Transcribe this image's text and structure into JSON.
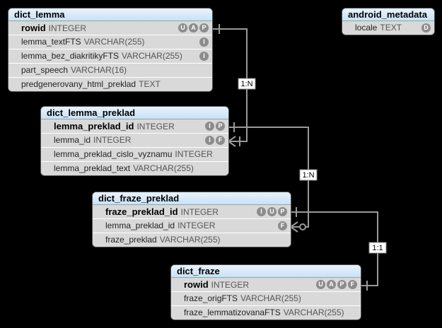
{
  "tables": [
    {
      "name": "dict_lemma",
      "columns": [
        {
          "name": "rowid",
          "type": "INTEGER",
          "pk": true,
          "flags": [
            "U",
            "A",
            "P"
          ]
        },
        {
          "name": "lemma_textFTS",
          "type": "VARCHAR(255)",
          "flags": [
            "I"
          ]
        },
        {
          "name": "lemma_bez_diakritikyFTS",
          "type": "VARCHAR(255)",
          "flags": [
            "I"
          ]
        },
        {
          "name": "part_speech",
          "type": "VARCHAR(16)",
          "flags": []
        },
        {
          "name": "predgenerovany_html_preklad",
          "type": "TEXT",
          "flags": []
        }
      ]
    },
    {
      "name": "android_metadata",
      "columns": [
        {
          "name": "locale",
          "type": "TEXT",
          "flags": [
            "D"
          ]
        }
      ]
    },
    {
      "name": "dict_lemma_preklad",
      "columns": [
        {
          "name": "lemma_preklad_id",
          "type": "INTEGER",
          "pk": true,
          "flags": [
            "I",
            "P"
          ]
        },
        {
          "name": "lemma_id",
          "type": "INTEGER",
          "flags": [
            "I",
            "F"
          ]
        },
        {
          "name": "lemma_preklad_cislo_vyznamu",
          "type": "INTEGER",
          "flags": []
        },
        {
          "name": "lemma_preklad_text",
          "type": "VARCHAR(255)",
          "flags": []
        }
      ]
    },
    {
      "name": "dict_fraze_preklad",
      "columns": [
        {
          "name": "fraze_preklad_id",
          "type": "INTEGER",
          "pk": true,
          "flags": [
            "I",
            "U",
            "P"
          ]
        },
        {
          "name": "lemma_preklad_id",
          "type": "INTEGER",
          "flags": [
            "F"
          ]
        },
        {
          "name": "fraze_preklad",
          "type": "VARCHAR(255)",
          "flags": []
        }
      ]
    },
    {
      "name": "dict_fraze",
      "columns": [
        {
          "name": "rowid",
          "type": "INTEGER",
          "pk": true,
          "flags": [
            "U",
            "A",
            "P",
            "F"
          ]
        },
        {
          "name": "fraze_origFTS",
          "type": "VARCHAR(255)",
          "flags": []
        },
        {
          "name": "fraze_lemmatizovanaFTS",
          "type": "VARCHAR(255)",
          "flags": []
        }
      ]
    }
  ],
  "relations": [
    {
      "label": "1:N"
    },
    {
      "label": "1:N"
    },
    {
      "label": "1:1"
    }
  ]
}
